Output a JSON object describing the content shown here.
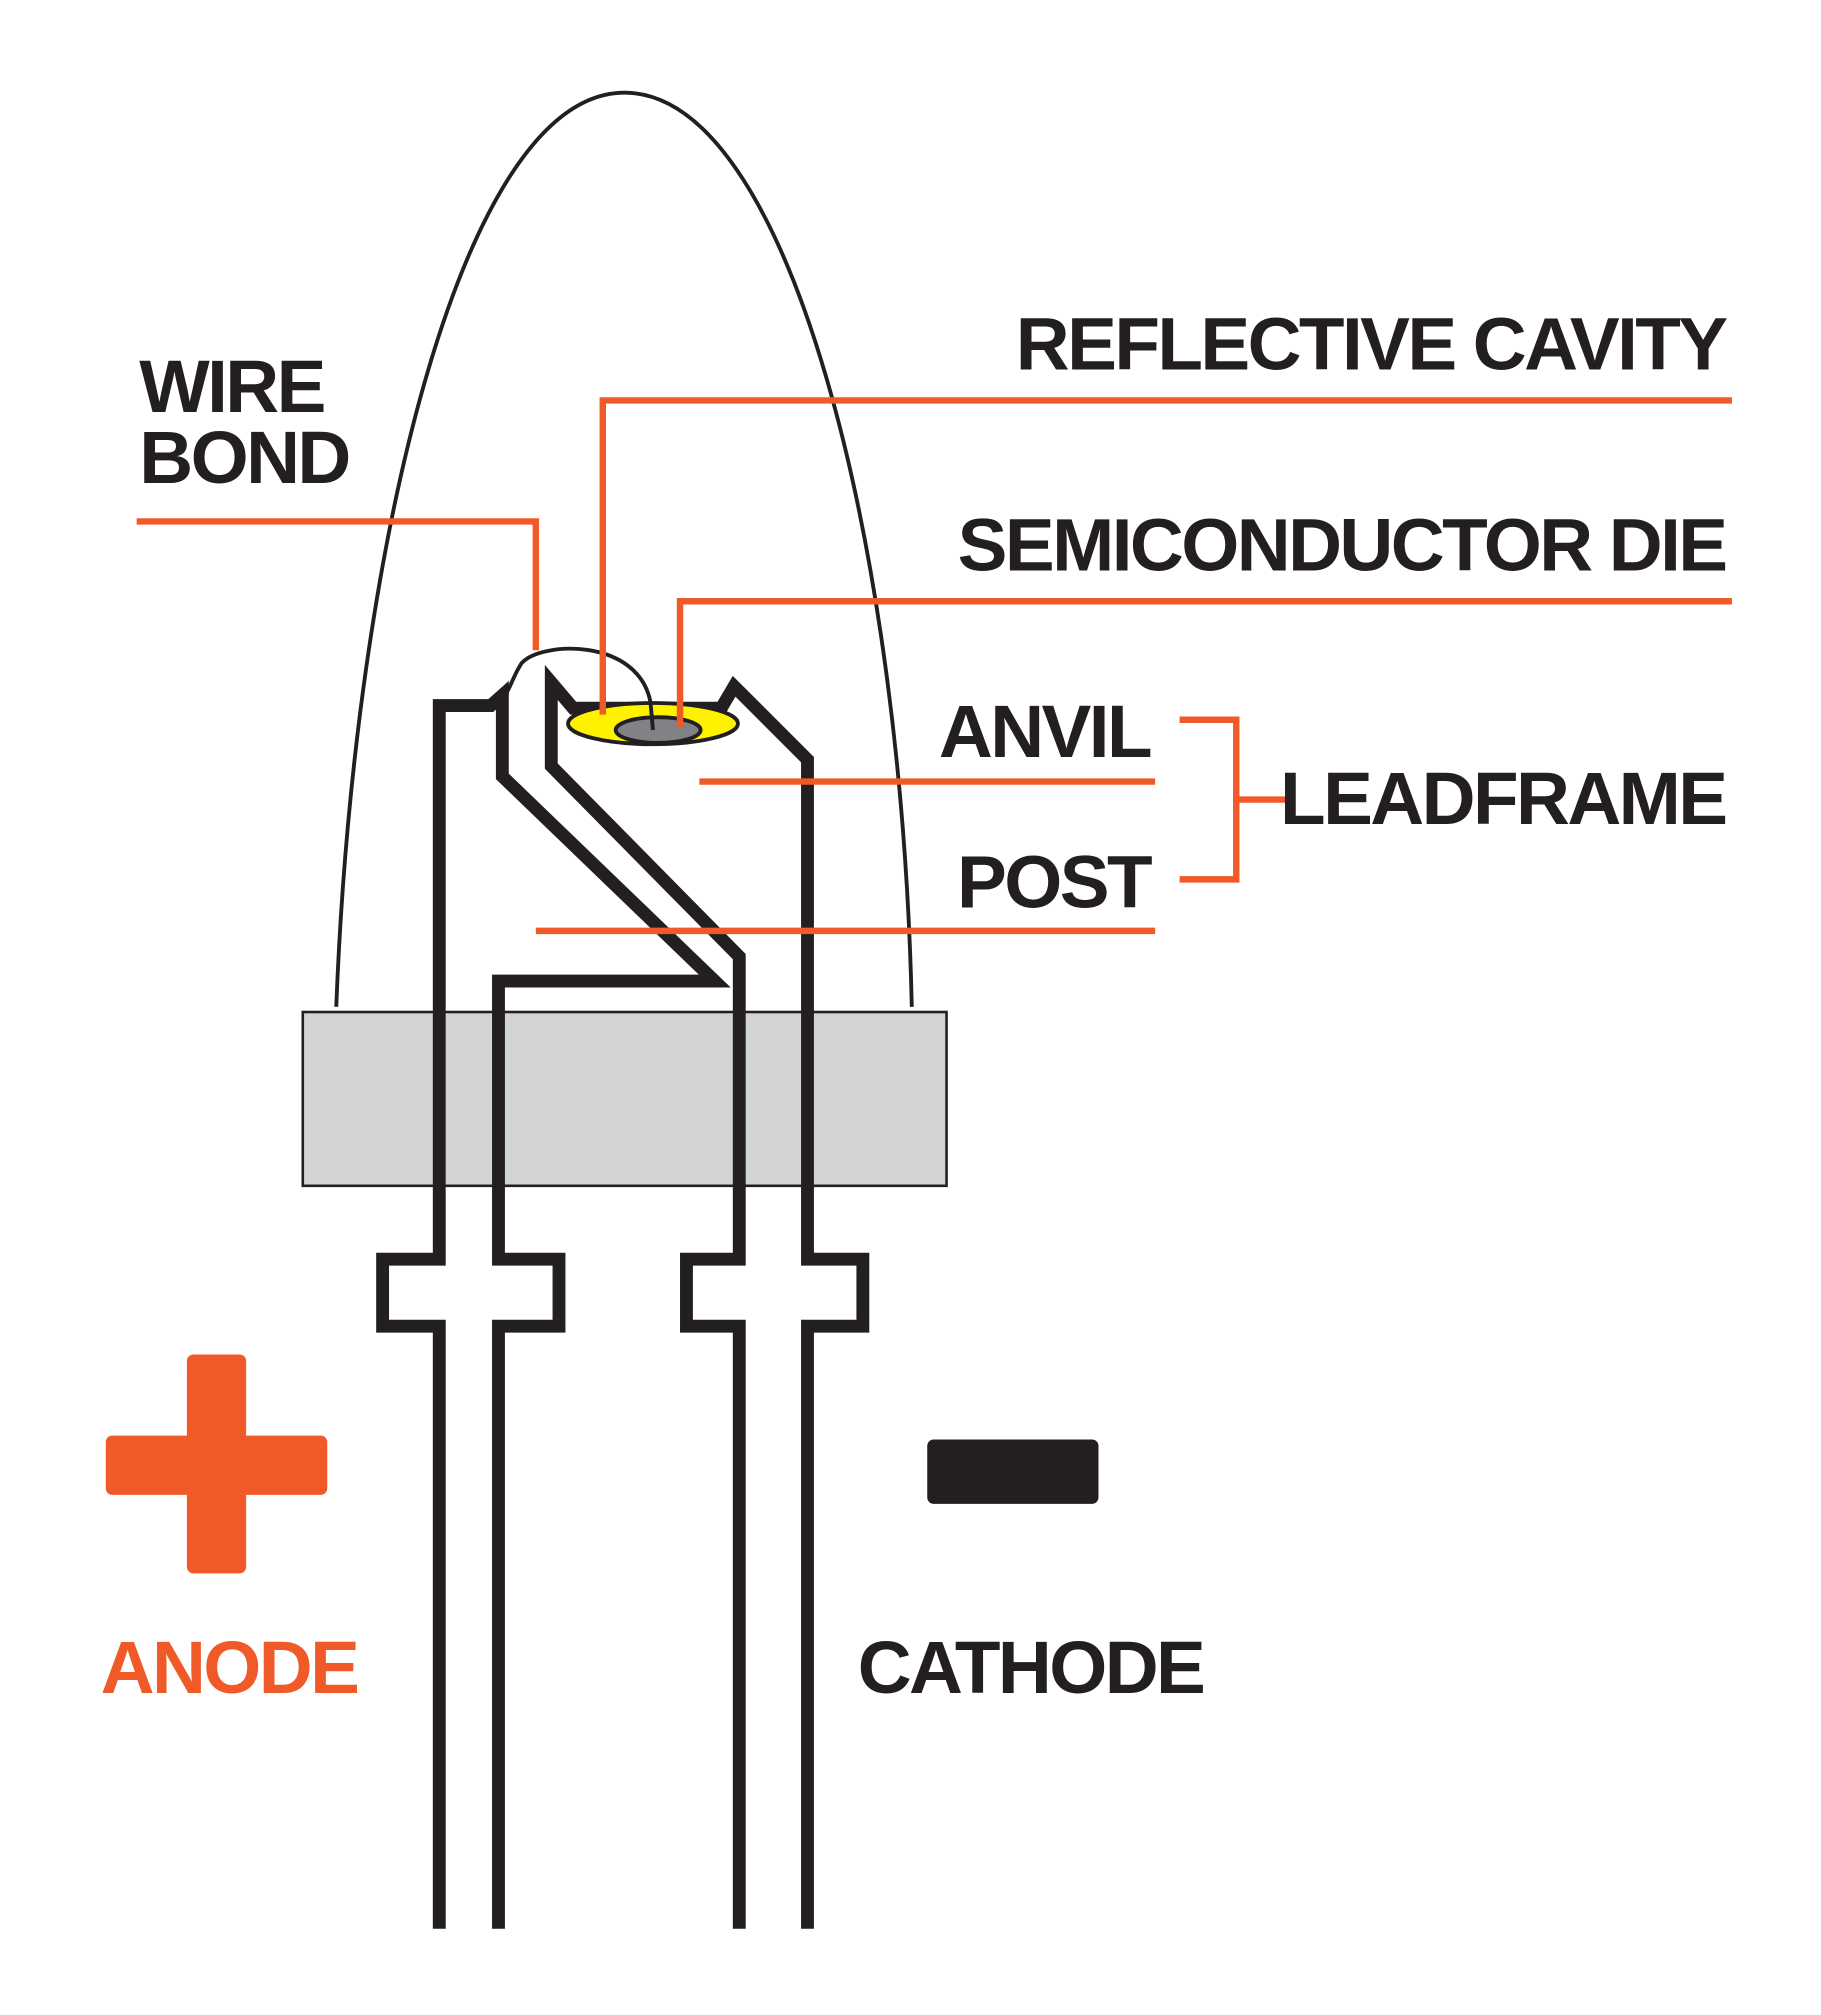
{
  "title": "LED anatomy diagram",
  "colors": {
    "accent": "#f05a28",
    "ink": "#231f20",
    "cavity": "#fff200",
    "die": "#808285",
    "base": "#d1d3d4"
  },
  "labels": {
    "wire_bond_line1": "WIRE",
    "wire_bond_line2": "BOND",
    "reflective_cavity": "REFLECTIVE CAVITY",
    "semiconductor_die": "SEMICONDUCTOR DIE",
    "anvil": "ANVIL",
    "post": "POST",
    "leadframe": "LEADFRAME",
    "anode": "ANODE",
    "cathode": "CATHODE"
  },
  "icons": {
    "anode_symbol": "plus-icon",
    "cathode_symbol": "minus-icon"
  }
}
